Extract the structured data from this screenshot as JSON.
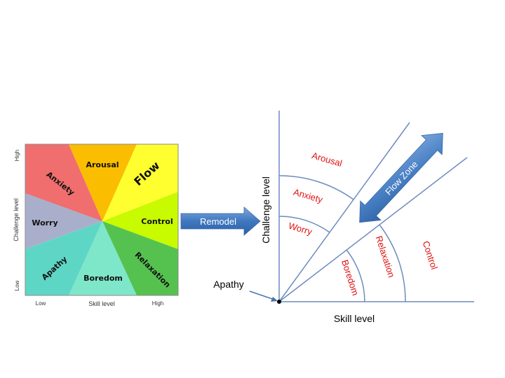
{
  "left_diagram": {
    "segments": {
      "arousal": "Arousal",
      "flow": "Flow",
      "anxiety": "Anxiety",
      "worry": "Worry",
      "control": "Control",
      "apathy": "Apathy",
      "boredom": "Boredom",
      "relaxation": "Relaxation"
    },
    "y_axis": {
      "label": "Challenge level",
      "high": "High",
      "low": "Low"
    },
    "x_axis": {
      "label": "Skill level",
      "low": "Low",
      "high": "High"
    }
  },
  "arrow": {
    "label": "Remodel"
  },
  "right_diagram": {
    "y_axis_label": "Challenge  level",
    "x_axis_label": "Skill level",
    "regions": {
      "arousal": "Arousal",
      "anxiety": "Anxiety",
      "worry": "Worry",
      "boredom": "Boredom",
      "relaxation": "Relaxation",
      "control": "Control"
    },
    "flow_zone": "Flow Zone",
    "apathy": "Apathy"
  },
  "colors": {
    "anxiety": "#f06e6e",
    "arousal": "#fbbd00",
    "flow": "#ffff30",
    "worry": "#a9afcb",
    "control": "#c8fa00",
    "apathy": "#5ed6c6",
    "boredom": "#7ee6c9",
    "relaxation": "#55c24f",
    "lines": "#6b8cbf",
    "red_text": "#e01010",
    "arrow_blue": "#3f78c0"
  }
}
